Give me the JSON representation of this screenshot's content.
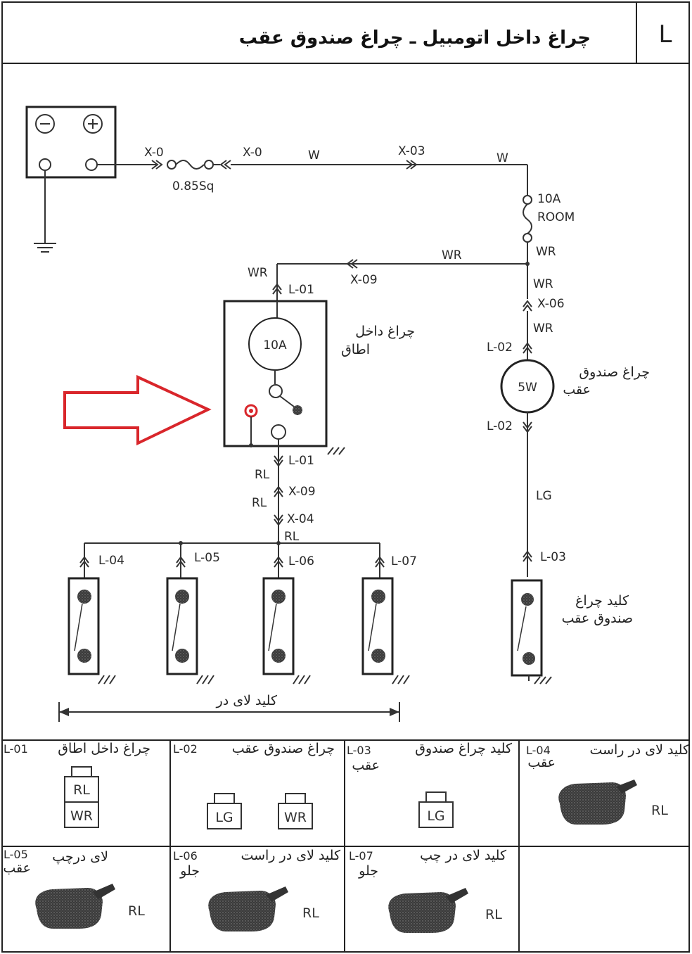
{
  "header": {
    "title": "چراغ داخل اتومبیل ـ چراغ صندوق عقب",
    "section": "L"
  },
  "battery": {
    "minus": "⊖",
    "plus": "⊕"
  },
  "wires": {
    "x0_left": "X-0",
    "x0_right": "X-0",
    "fuse_spec": "0.85Sq",
    "w1": "W",
    "x03": "X-03",
    "w2": "W",
    "room_amp": "10A",
    "room_label": "ROOM",
    "wr_junction": "WR",
    "wr_top": "WR",
    "x09_top": "X-09",
    "wr_left": "WR",
    "l01_top": "L-01",
    "wr_right1": "WR",
    "x06": "X-06",
    "wr_right2": "WR",
    "l02_top": "L-02",
    "l02_bottom": "L-02",
    "lg": "LG",
    "l03": "L-03",
    "l01_bottom": "L-01",
    "rl1": "RL",
    "x09_bottom": "X-09",
    "rl2": "RL",
    "x04": "X-04",
    "rl3": "RL",
    "l04": "L-04",
    "l05": "L-05",
    "l06": "L-06",
    "l07": "L-07"
  },
  "room_lamp": {
    "rating": "10A",
    "label_line1": "چراغ داخل",
    "label_line2": "اطاق"
  },
  "trunk_lamp": {
    "rating": "5W",
    "label_line1": "چراغ صندوق",
    "label_line2": "عقب"
  },
  "trunk_switch": {
    "label_line1": "کلید چراغ",
    "label_line2": "صندوق عقب"
  },
  "door_switch_caption": "کلید لای در",
  "connectors": [
    {
      "code": "L-01",
      "name_line1": "چراغ داخل اطاق",
      "name_line2": "",
      "pins": [
        "RL",
        "WR"
      ]
    },
    {
      "code": "L-02",
      "name_line1": "چراغ صندوق عقب",
      "name_line2": "",
      "pins": [
        "LG",
        "WR"
      ]
    },
    {
      "code": "L-03",
      "name_line1": "کلید چراغ صندوق",
      "name_line2": "عقب",
      "pins": [
        "LG"
      ]
    },
    {
      "code": "L-04",
      "name_line1": "کلید لای در راست",
      "name_line2": "عقب",
      "pins": [
        "RL"
      ]
    },
    {
      "code": "L-05",
      "name_line1": "لای درچپ",
      "name_line2": "عقب",
      "pins": [
        "RL"
      ]
    },
    {
      "code": "L-06",
      "name_line1": "کلید لای در راست",
      "name_line2": "جلو",
      "pins": [
        "RL"
      ]
    },
    {
      "code": "L-07",
      "name_line1": "کلید لای در چپ",
      "name_line2": "جلو",
      "pins": [
        "RL"
      ]
    }
  ],
  "colors": {
    "arrow": "#d9262b",
    "ink": "#222222",
    "highlight": "#d9262b"
  }
}
